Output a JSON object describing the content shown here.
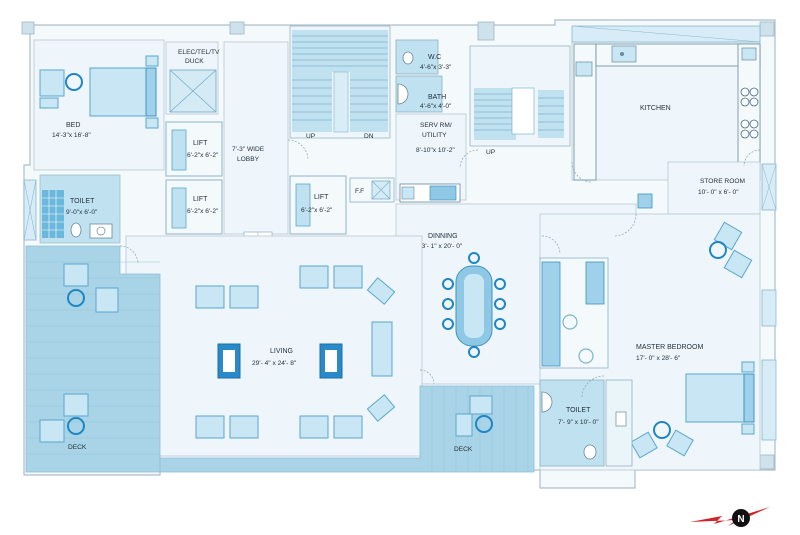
{
  "rooms": {
    "bed": {
      "name": "BED",
      "size": "14'-3\"x 16'-8\""
    },
    "toilet_left": {
      "name": "TOILET",
      "size": "9'-0\"x 6'-0\""
    },
    "elec_duct": {
      "name": "ELEC/TEL/TV",
      "name2": "DUCK"
    },
    "lift1": {
      "name": "LIFT",
      "size": "6'-2\"x 6'-2\""
    },
    "lift2": {
      "name": "LIFT",
      "size": "6'-2\"x 6'-2\""
    },
    "lift3": {
      "name": "LIFT",
      "size": "6'-2\"x 6'-2\""
    },
    "lobby": {
      "name": "7'-3\" WIDE",
      "name2": "LOBBY"
    },
    "wc": {
      "name": "W.C",
      "size": "4'-6\"x 3'-3\""
    },
    "bath": {
      "name": "BATH",
      "size": "4'-6\"x 4'-0\""
    },
    "serv": {
      "name": "SERV RM/",
      "name2": "UTILITY",
      "size": "8'-10\"x 10'-2\""
    },
    "kitchen": {
      "name": "KITCHEN"
    },
    "store": {
      "name": "STORE ROOM",
      "size": "10'- 0\" x 6'- 0\""
    },
    "dinning": {
      "name": "DINNING",
      "size": "13'- 1\" x 20'- 0\""
    },
    "living": {
      "name": "LIVING",
      "size": "29'- 4\" x 24'- 8\""
    },
    "master": {
      "name": "MASTER BEDROOM",
      "size": "17'- 0\" x 28'- 6\""
    },
    "toilet_right": {
      "name": "TOILET",
      "size": "7'- 9\" x 10'- 0\""
    },
    "deck_left": {
      "name": "DECK"
    },
    "deck_mid": {
      "name": "DECK"
    }
  },
  "marks": {
    "up1": "UP",
    "dn": "DN",
    "up2": "UP",
    "ff": "F.F"
  },
  "north": {
    "letter": "N",
    "arrow_color": "#d2232a"
  },
  "colors": {
    "floor": "#eef6fb",
    "deck": "#a9d3e6",
    "accent": "#1f86c4"
  }
}
